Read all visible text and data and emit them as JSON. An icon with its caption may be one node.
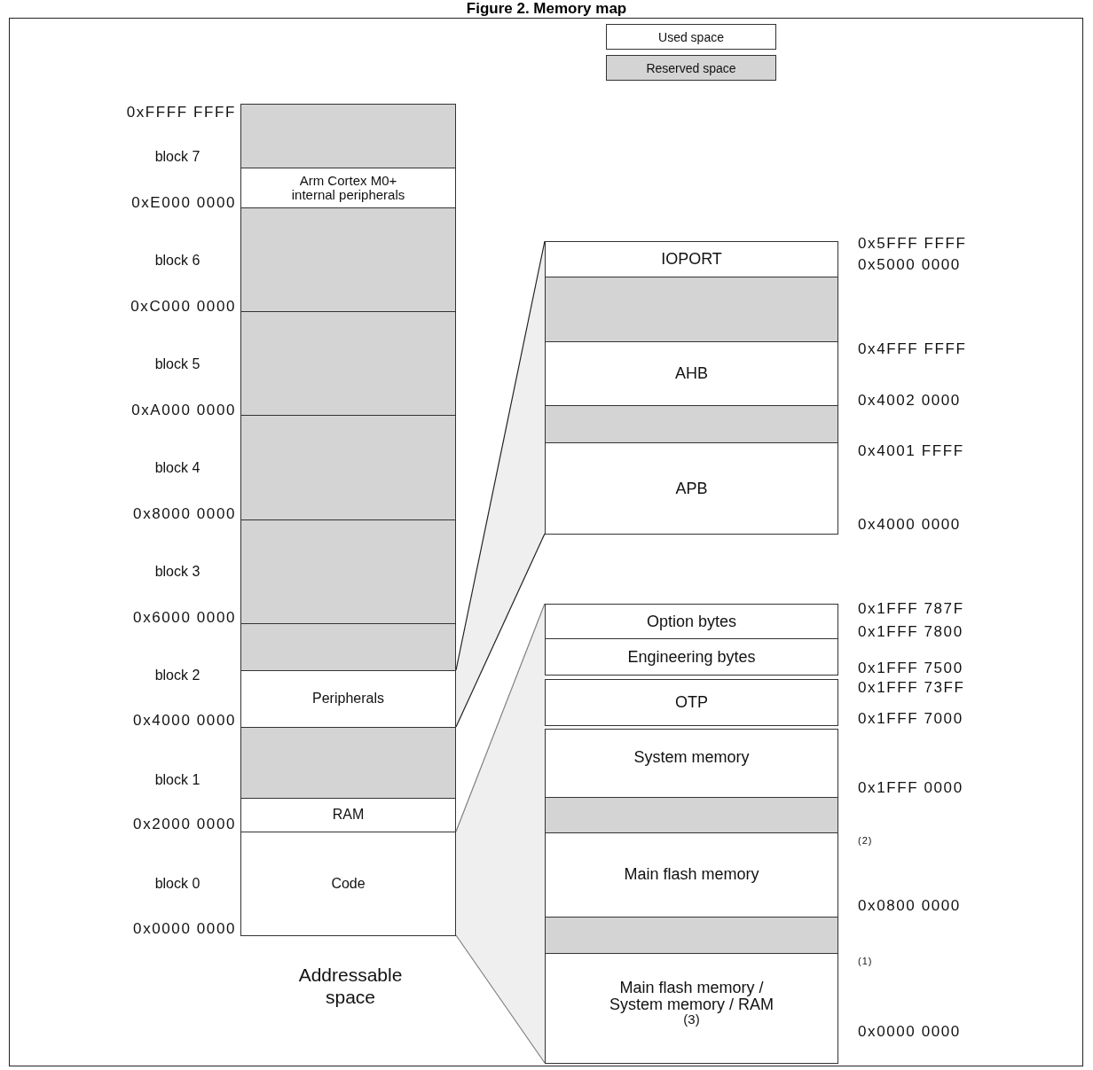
{
  "diagram": {
    "title": "Figure 2. Memory map",
    "nodes": [
      {
        "text": [],
        "shape": "box"
      },
      {
        "text": [
          "Arm Cortex M0+ internal peripherals"
        ]
      },
      {
        "text": [],
        "shape": "box"
      },
      {
        "text": [],
        "shape": "box"
      },
      {
        "text": [],
        "shape": "box"
      },
      {
        "text": [],
        "shape": "box"
      },
      {
        "text": [],
        "shape": "box"
      },
      {
        "text": [
          "Peripherals"
        ]
      },
      {
        "text": [],
        "shape": "box"
      },
      {
        "text": [
          "RAM"
        ]
      },
      {
        "text": [
          "Code"
        ]
      },
      {
        "text": [
          "IOPORT"
        ]
      },
      {
        "text": [],
        "shape": "box"
      },
      {
        "text": [
          "AHB"
        ]
      },
      {
        "text": [],
        "shape": "box"
      },
      {
        "text": [
          "APB"
        ]
      },
      {
        "text": [
          "Option bytes"
        ]
      },
      {
        "text": [
          "Engineering bytes"
        ]
      },
      {
        "text": [
          "OTP"
        ]
      },
      {
        "text": [
          "System memory"
        ]
      },
      {
        "text": [],
        "shape": "box"
      },
      {
        "text": [
          "Main flash memory"
        ]
      },
      {
        "text": [],
        "shape": "box"
      },
      {
        "text": [
          "Main flash memory / System memory / RAM $^{(3)}$"
        ]
      }
    ],
    "edges": [
      {
        "from": 7,
        "to": 11,
        "arrow": "none"
      },
      {
        "from": 7,
        "to": 15,
        "arrow": "none"
      },
      {
        "from": 10,
        "to": 16,
        "arrow": "none",
        "color": "#808080"
      },
      {
        "from": 10,
        "to": 23,
        "arrow": "none",
        "color": "#808080"
      }
    ],
    "labels": [
      "0xFFFF FFFF",
      "block 7",
      "0xE000 0000",
      "block 6",
      "0xC000 0000",
      "block 5",
      "0xA000 0000",
      "block 4",
      "0x8000 0000",
      "block 3",
      "0x6000 0000",
      "block 2",
      "0x4000 0000",
      "block 1",
      "0x2000 0000",
      "block 0",
      "0x0000 0000",
      "0x5FFF FFFF",
      "0x5000 0000",
      "0x4FFF FFFF",
      "0x4002 0000",
      "0x4001 FFFF",
      "0x4000 0000",
      "0x1FFF 787F",
      "0x1FFF 7800",
      "0x1FFF 7500",
      "0x1FFF 73FF",
      "0x1FFF 7000",
      "0x1FFF 0000",
      "(2)",
      "0x0800 0000",
      "(1)",
      "0x0000 0000",
      "Addressable space"
    ],
    "legend": [
      {
        "text": "Used space",
        "color": "#ffffff"
      },
      {
        "text": "Reserved space",
        "color": "#d4d4d4"
      }
    ]
  }
}
